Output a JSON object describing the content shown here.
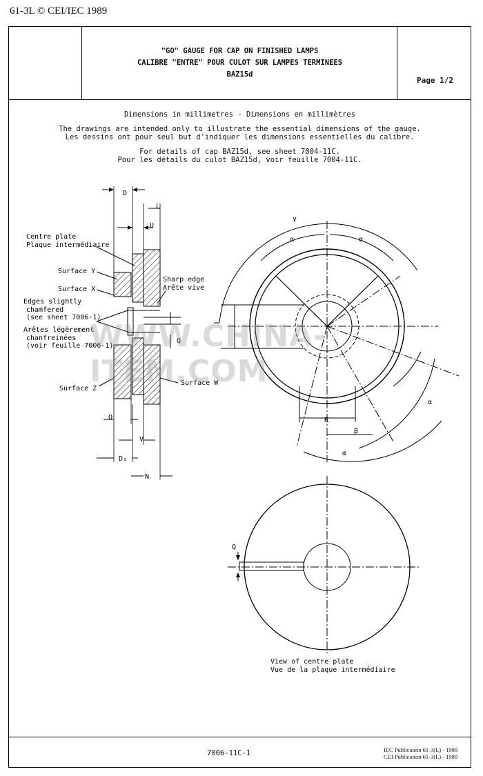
{
  "header": {
    "ref": "61-3L © CEI/IEC 1989"
  },
  "title": {
    "line1": "\"GO\" GAUGE FOR CAP ON FINISHED LAMPS",
    "line2": "CALIBRE \"ENTRE\" POUR CULOT SUR LAMPES TERMINEES",
    "line3": "BAZ15d"
  },
  "page": "Page 1/2",
  "intro": {
    "dims": "Dimensions in millimetres - Dimensions en millimètres",
    "en_note": "The drawings are intended only to illustrate the essential dimensions of the gauge.",
    "fr_note": "Les dessins ont pour seul but d'indiquer les dimensions essentielles du calibre.",
    "en_cap": "For details of cap BAZ15d, see sheet 7004-11C.",
    "fr_cap": "Pour les détails du culot BAZ15d, voir feuille 7004-11C."
  },
  "section": {
    "D": "D",
    "L": "L",
    "U": "U",
    "Q": "Q",
    "O": "O",
    "V": "V",
    "D1": "D₁",
    "N": "N",
    "centre_plate_en": "Centre plate",
    "centre_plate_fr": "Plaque intermédiaire",
    "surface_y": "Surface Y",
    "surface_x": "Surface X",
    "edges_en1": "Edges slightly",
    "edges_en2": "chamfered",
    "edges_en3": "(see sheet 7006-1)",
    "edges_fr1": "Arêtes légèrement",
    "edges_fr2": "chanfreinées",
    "edges_fr3": "(voir feuille 7006-1)",
    "sharp_en": "Sharp edge",
    "sharp_fr": "Arête vive",
    "surface_z": "Surface Z",
    "surface_w": "Surface W"
  },
  "front": {
    "gamma": "γ",
    "alpha": "α",
    "beta": "β",
    "R": "R"
  },
  "plate": {
    "Q": "Q",
    "caption_en": "View of centre plate",
    "caption_fr": "Vue de la plaque intermédiaire"
  },
  "watermark": "WWW.CHINA-ITEM.COM",
  "footer": {
    "code": "7006-11C-1",
    "pub_iec": "IEC Publication 61-3(L) - 1989",
    "pub_cei": "CEI Publication 61-3(L) - 1989"
  }
}
